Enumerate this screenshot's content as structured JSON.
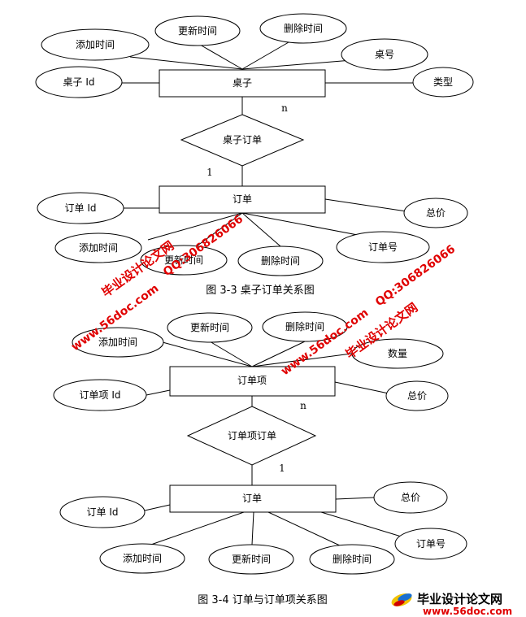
{
  "diagram1": {
    "entity_desk": "桌子",
    "attr_desk_id": "桌子 Id",
    "attr_add_time": "添加时间",
    "attr_update_time": "更新时间",
    "attr_delete_time": "删除时间",
    "attr_desk_no": "桌号",
    "attr_type": "类型",
    "relationship": "桌子订单",
    "card_n": "n",
    "card_1": "1",
    "entity_order": "订单",
    "attr_order_id": "订单 Id",
    "attr_total": "总价",
    "attr_order_add_time": "添加时间",
    "attr_order_update_time": "更新时间",
    "attr_order_delete_time": "删除时间",
    "attr_order_no": "订单号",
    "caption": "图 3-3 桌子订单关系图"
  },
  "diagram2": {
    "entity_item": "订单项",
    "attr_add_time": "添加时间",
    "attr_update_time": "更新时间",
    "attr_delete_time": "删除时间",
    "attr_quantity": "数量",
    "attr_item_id": "订单项 Id",
    "attr_total": "总价",
    "relationship": "订单项订单",
    "card_n": "n",
    "card_1": "1",
    "entity_order": "订单",
    "attr_order_id": "订单 Id",
    "attr_order_total": "总价",
    "attr_order_no": "订单号",
    "attr_order_add_time": "添加时间",
    "attr_order_update_time": "更新时间",
    "attr_order_delete_time": "删除时间",
    "caption": "图 3-4 订单与订单项关系图"
  },
  "watermarks": {
    "site_name_1": "毕业设计论文网",
    "qq_1": "QQ:306826066",
    "url_1": "www.56doc.com",
    "url_2": "www.56doc.com",
    "site_name_2": "毕业设计论文网",
    "qq_2": "QQ:306826066",
    "logo_name": "毕业设计论文网",
    "logo_url": "www.56doc.com"
  },
  "colors": {
    "line": "#000000",
    "watermark": "#e00000"
  }
}
